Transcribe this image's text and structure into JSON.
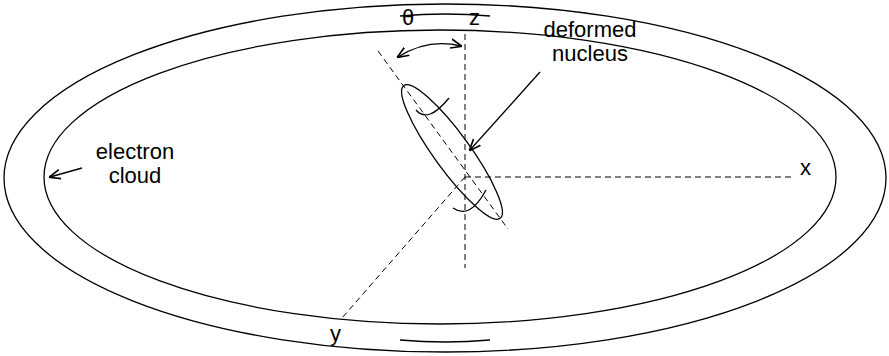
{
  "diagram": {
    "labels": [
      "θ",
      "z",
      "deformed nucleus",
      "x",
      "electron cloud",
      "y"
    ]
  }
}
